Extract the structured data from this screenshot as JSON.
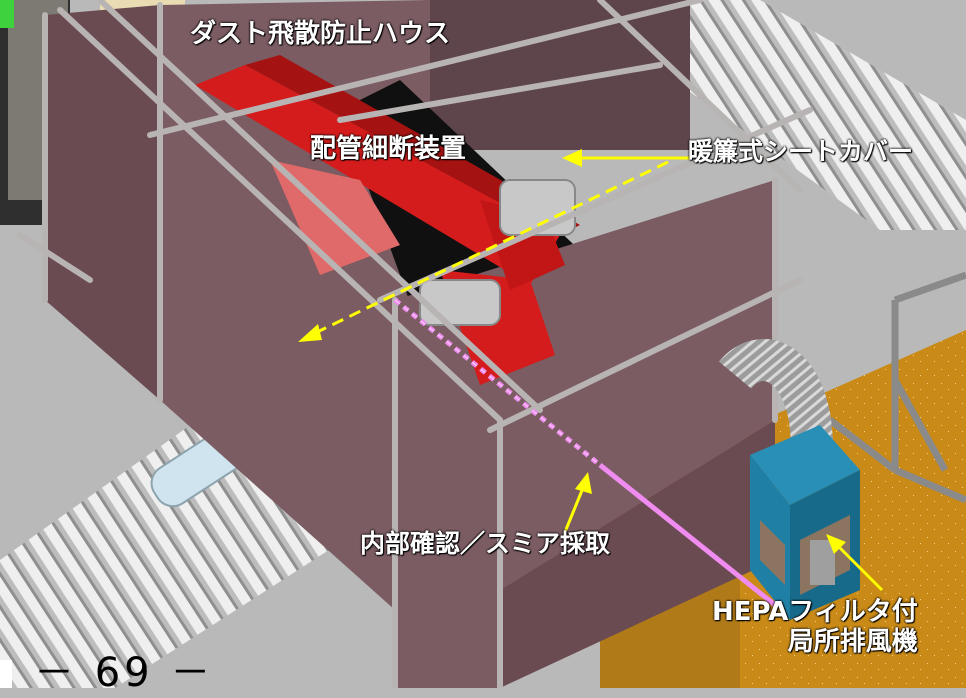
{
  "labels": {
    "dust_house": "ダスト飛散防止ハウス",
    "pipe_cutter": "配管細断装置",
    "sheet_cover": "暖簾式シートカバー",
    "inspection": "内部確認／スミア採取",
    "hepa_line1": "HEPAフィルタ付",
    "hepa_line2": "局所排風機"
  },
  "page_number": "－ 69 －",
  "colors": {
    "house_wall": "#7a5c62",
    "cutter_red": "#d41c1c",
    "arrow_yellow": "#ffff00",
    "smear_line_pink": "#f08cf0",
    "hepa_blue": "#1f7fa4",
    "floor_grey": "#b9b9b9",
    "conveyor_grey": "#d9d9d9",
    "right_wall_orange": "#c98a17"
  }
}
